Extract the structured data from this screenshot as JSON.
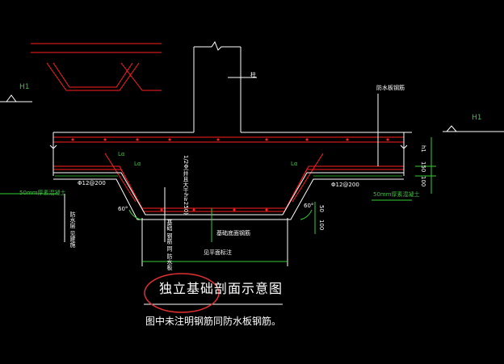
{
  "diagram": {
    "title": "独立基础剖面示意图",
    "note": "图中未注明钢筋同防水板钢筋。",
    "labels": {
      "elev_left": "H1",
      "elev_right": "H1",
      "lap_left": "Lα",
      "lap_mid": "Lα",
      "lap_right": "Lα",
      "rebar_left": "Φ12@200",
      "rebar_right": "Φ12@200",
      "cushion_left": "50mm厚素混凝土",
      "cushion_right": "50mm厚素混凝土",
      "angle_left": "60°",
      "angle_right": "60°",
      "dim_100": "100",
      "dim_150": "150",
      "dim_h1": "h1",
      "dim_b100": "100",
      "dim_b50": "50",
      "note_waterproof": "防水板钢筋",
      "note_mid_vert": "1/2Φ(并且大于h≥250)",
      "note_bottom1": "基础底面钢筋",
      "note_bottom2": "见平面标注",
      "note_left_block": "防水层 见建施",
      "note_center_block": "基础 钢筋 同 防水板",
      "col_mark": "柱"
    },
    "colors": {
      "background": "#000000",
      "line": "#ffffff",
      "rebar": "#ff2020",
      "dimension": "#33cc33",
      "highlight": "#e03030"
    }
  }
}
